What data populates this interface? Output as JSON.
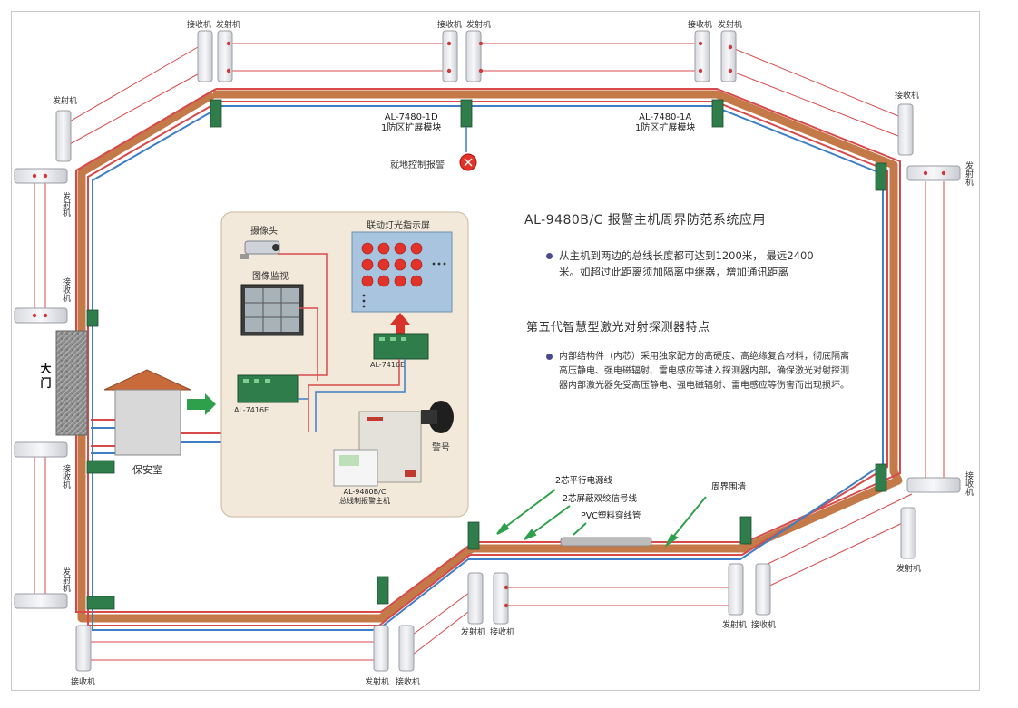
{
  "title": "AL-9480B/C 报警主机周界防范系统应用",
  "bullet1": "从主机到两边的总线长度都可达到1200米， 最远2400米。如超过此距离须加隔离中继器，增加通讯距离",
  "subtitle": "第五代智慧型激光对射探测器特点",
  "bullet2": "内部结构件（内芯）采用独家配方的高硬度、高绝缘复合材料，彻底隔离高压静电、强电磁辐射、雷电感应等进入探测器内部，确保激光对射探测器内部激光器免受高压静电、强电磁辐射、雷电感应等伤害而出现损坏。",
  "modules": {
    "m1_model": "AL-7480-1D",
    "m1_desc": "1防区扩展模块",
    "m2_model": "AL-7480-1A",
    "m2_desc": "1防区扩展模块",
    "alarm": "就地控制报警"
  },
  "control": {
    "camera": "摄像头",
    "monitor": "图像监视",
    "panel": "联动灯光指示屏",
    "board1": "AL-7416E",
    "board2": "AL-7416E",
    "host_model": "AL-9480B/C",
    "host_desc": "总线制报警主机",
    "siren": "警号"
  },
  "site": {
    "gate": "大门",
    "guard": "保安室",
    "wall": "周界围墙"
  },
  "cables": {
    "power": "2芯平行电源线",
    "signal": "2芯屏蔽双绞信号线",
    "pvc": "PVC塑料穿线管"
  },
  "devices": {
    "receiver": "接收机",
    "transmitter": "发射机"
  },
  "colors": {
    "wall": "#c47a48",
    "red_line": "#d84a4a",
    "blue_line": "#3f7fc6",
    "control_bg": "#f2e9da",
    "panel_bg": "#a9c4de",
    "lamp": "#e2332a",
    "board": "#2f7d4a"
  }
}
